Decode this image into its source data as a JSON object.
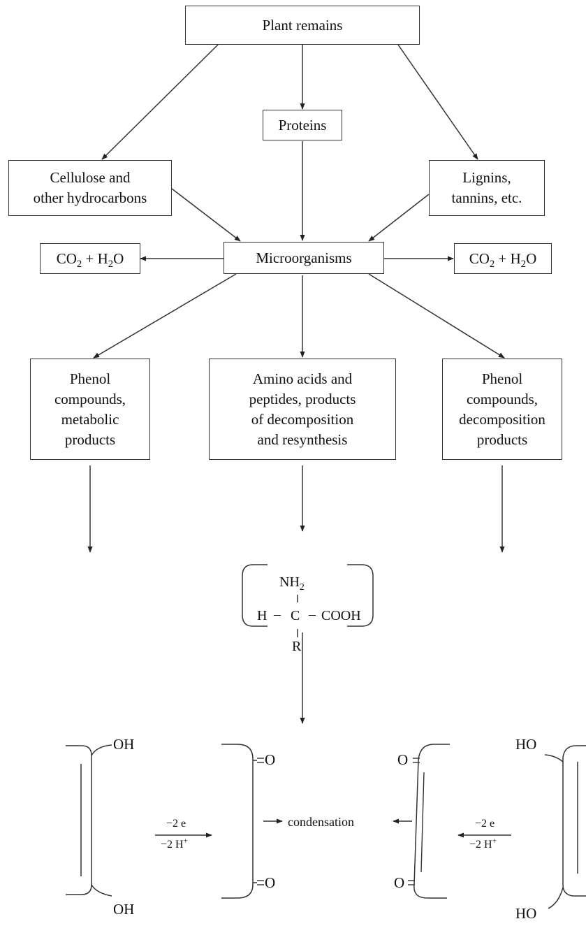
{
  "nodes": {
    "plant_remains": "Plant remains",
    "proteins": "Proteins",
    "cellulose": [
      "Cellulose and",
      "other hydrocarbons"
    ],
    "lignins": [
      "Lignins,",
      "tannins, etc."
    ],
    "microorganisms": "Microorganisms",
    "co2_h2o": {
      "a": "CO",
      "sub": "2",
      "b": " + H",
      "sub2": "2",
      "c": "O"
    },
    "phenol_metabolic": [
      "Phenol",
      "compounds,",
      "metabolic",
      "products"
    ],
    "amino_acids": [
      "Amino acids and",
      "peptides, products",
      "of decomposition",
      "and resynthesis"
    ],
    "phenol_decomposition": [
      "Phenol",
      "compounds,",
      "decomposition",
      "products"
    ]
  },
  "amino_formula": {
    "nh2": "NH",
    "nh2_sub": "2",
    "h": "H",
    "c": "C",
    "cooh": "COOH",
    "r": "R",
    "dash": "–"
  },
  "bottom": {
    "oh": "OH",
    "ho": "HO",
    "o": "O",
    "minus_2e": "−2 e",
    "minus_2h": "−2 H",
    "h_plus": "+",
    "condensation": "condensation"
  }
}
